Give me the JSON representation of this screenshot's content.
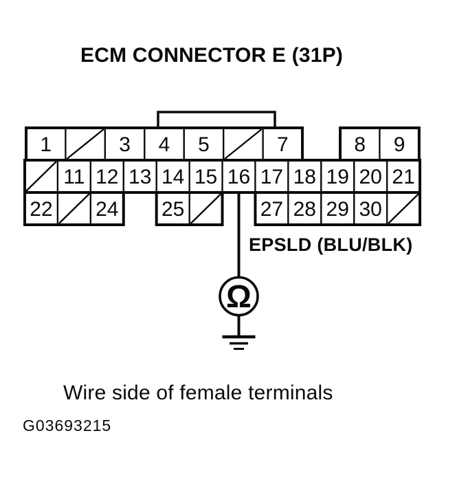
{
  "title": "ECM CONNECTOR E (31P)",
  "connector": {
    "rows": [
      {
        "cells": [
          {
            "pin": "1"
          },
          {
            "slash": true
          },
          {
            "pin": "3"
          },
          {
            "pin": "4"
          },
          {
            "pin": "5"
          },
          {
            "slash": true
          },
          {
            "pin": "7"
          },
          {
            "gap": true
          },
          {
            "pin": "8"
          },
          {
            "pin": "9"
          }
        ]
      },
      {
        "cells": [
          {
            "slash": true
          },
          {
            "pin": "11"
          },
          {
            "pin": "12"
          },
          {
            "pin": "13"
          },
          {
            "pin": "14"
          },
          {
            "pin": "15"
          },
          {
            "pin": "16"
          },
          {
            "pin": "17"
          },
          {
            "pin": "18"
          },
          {
            "pin": "19"
          },
          {
            "pin": "20"
          },
          {
            "pin": "21"
          }
        ]
      },
      {
        "cells": [
          {
            "pin": "22"
          },
          {
            "slash": true
          },
          {
            "pin": "24"
          },
          {
            "gap": true
          },
          {
            "pin": "25"
          },
          {
            "slash": true
          },
          {
            "gap": true
          },
          {
            "pin": "27"
          },
          {
            "pin": "28"
          },
          {
            "pin": "29"
          },
          {
            "pin": "30"
          },
          {
            "slash": true
          }
        ]
      }
    ]
  },
  "probe": {
    "pin": "16",
    "wire_label": "EPSLD (BLU/BLK)",
    "meter_symbol": "Ω"
  },
  "caption": "Wire side of female terminals",
  "figure_id": "G03693215",
  "colors": {
    "ink": "#0a0a0a",
    "background": "#ffffff"
  }
}
